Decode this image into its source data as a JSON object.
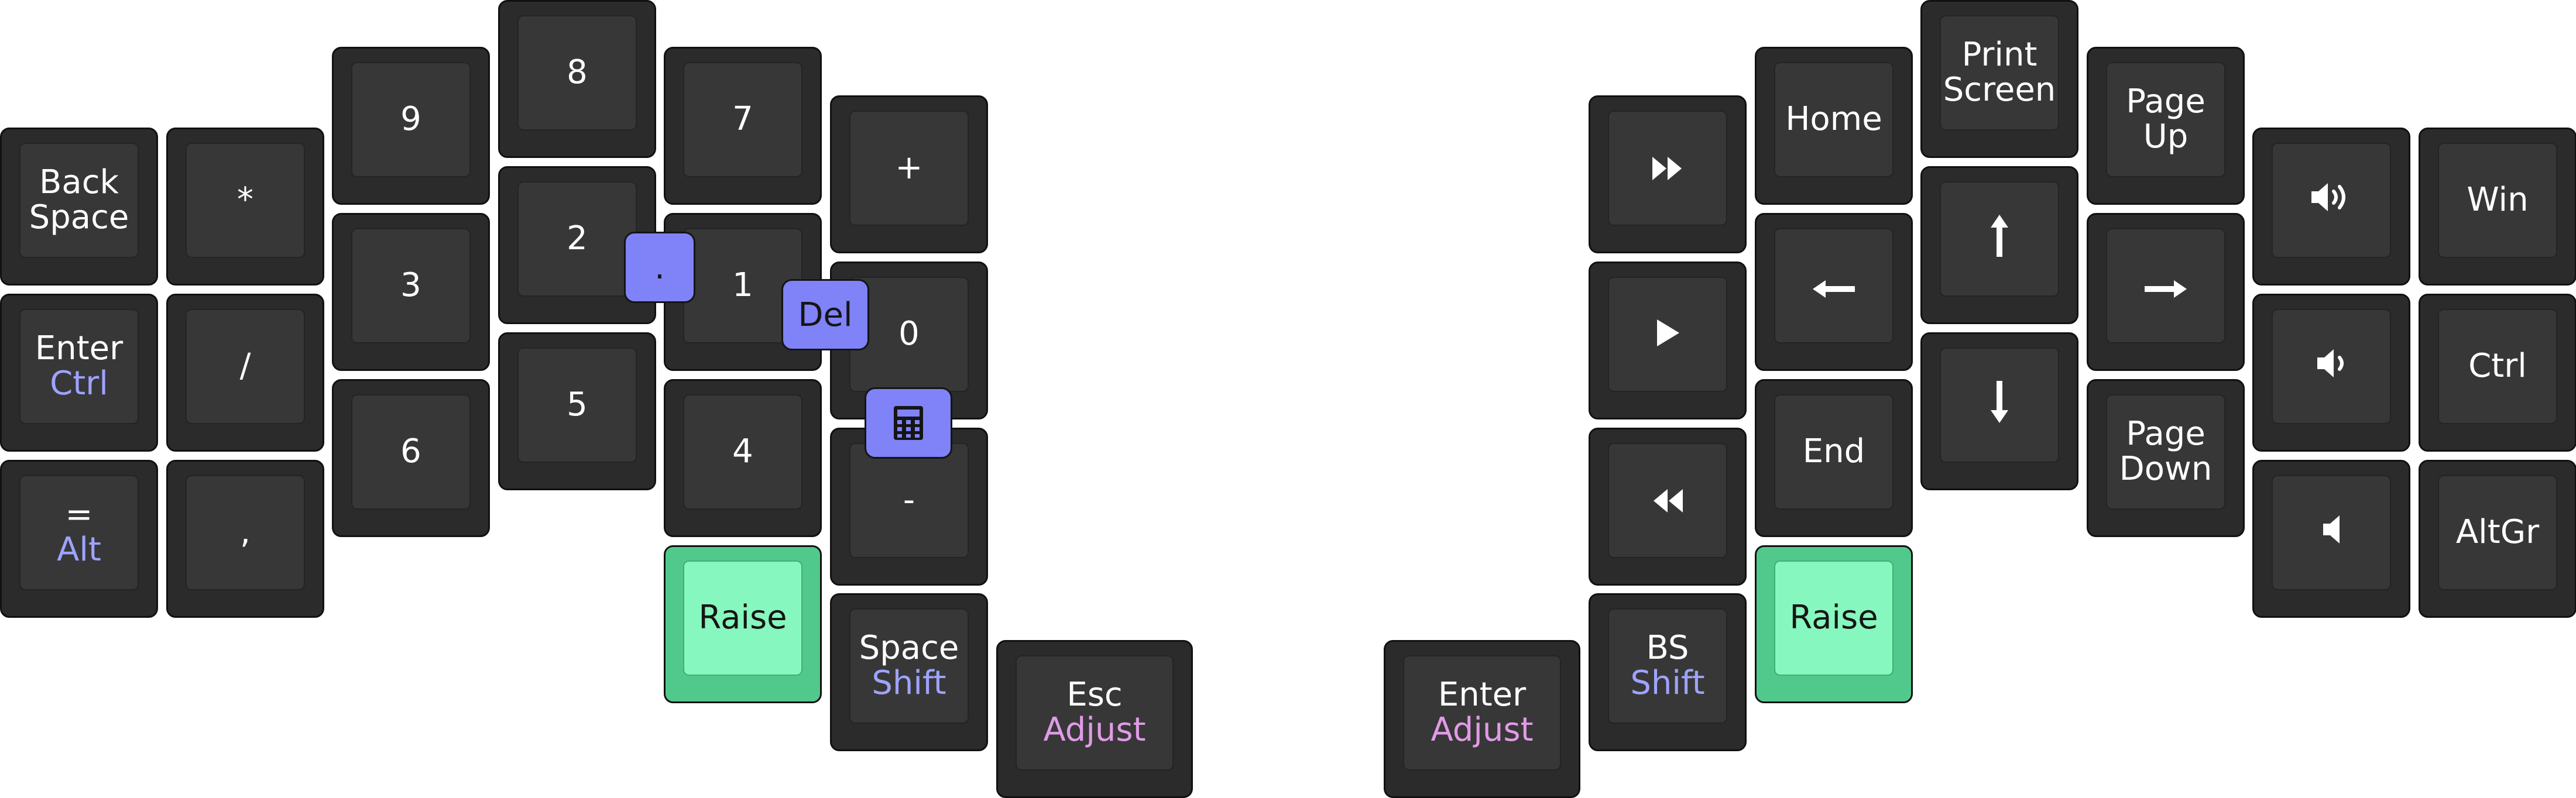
{
  "colors": {
    "background": "#ffffff",
    "key": "#2b2b2b",
    "key_cap": "#373737",
    "raise_key": "#52c98c",
    "raise_cap": "#86f7be",
    "combo": "#7f83f7",
    "mod_hold_label": "#9ea3ff",
    "layer_hold_label": "#e09be6"
  },
  "left_half": {
    "col1": {
      "r1": {
        "tap": "Back Space"
      },
      "r2": {
        "tap": "Enter",
        "hold": "Ctrl"
      },
      "r3": {
        "tap": "=",
        "hold": "Alt"
      }
    },
    "col2": {
      "r1": {
        "tap": "*"
      },
      "r2": {
        "tap": "/"
      },
      "r3": {
        "tap": ","
      }
    },
    "col3": {
      "r1": {
        "tap": "9"
      },
      "r2": {
        "tap": "3"
      },
      "r3": {
        "tap": "6"
      }
    },
    "col4": {
      "r1": {
        "tap": "8"
      },
      "r2": {
        "tap": "2"
      },
      "r3": {
        "tap": "5"
      }
    },
    "col5": {
      "r1": {
        "tap": "7"
      },
      "r2": {
        "tap": "1"
      },
      "r3": {
        "tap": "4"
      }
    },
    "col6": {
      "r1": {
        "tap": "+"
      },
      "r2": {
        "tap": "0"
      },
      "r3": {
        "tap": "-"
      }
    },
    "thumbs": [
      {
        "tap": "Raise"
      },
      {
        "tap": "Space",
        "hold": "Shift"
      },
      {
        "tap": "Esc",
        "hold": "Adjust"
      }
    ],
    "combos": [
      {
        "tap": "."
      },
      {
        "tap": "Del"
      },
      {
        "icon": "calculator-icon"
      }
    ]
  },
  "right_half": {
    "col1": {
      "r1": {
        "icon": "fast-forward-icon"
      },
      "r2": {
        "icon": "play-icon"
      },
      "r3": {
        "icon": "rewind-icon"
      }
    },
    "col2": {
      "r1": {
        "tap": "Home"
      },
      "r2": {
        "icon": "arrow-left-icon"
      },
      "r3": {
        "tap": "End"
      }
    },
    "col3": {
      "r1": {
        "tap": "Print Screen"
      },
      "r2": {
        "icon": "arrow-up-icon"
      },
      "r3": {
        "icon": "arrow-down-icon"
      }
    },
    "col4": {
      "r1": {
        "tap": "Page Up"
      },
      "r2": {
        "icon": "arrow-right-icon"
      },
      "r3": {
        "tap": "Page Down"
      }
    },
    "col5": {
      "r1": {
        "icon": "volume-up-icon"
      },
      "r2": {
        "icon": "volume-down-icon"
      },
      "r3": {
        "icon": "volume-mute-icon"
      }
    },
    "col6": {
      "r1": {
        "tap": "Win"
      },
      "r2": {
        "tap": "Ctrl"
      },
      "r3": {
        "tap": "AltGr"
      }
    },
    "thumbs": [
      {
        "tap": "Enter",
        "hold": "Adjust"
      },
      {
        "tap": "BS",
        "hold": "Shift"
      },
      {
        "tap": "Raise"
      }
    ]
  }
}
